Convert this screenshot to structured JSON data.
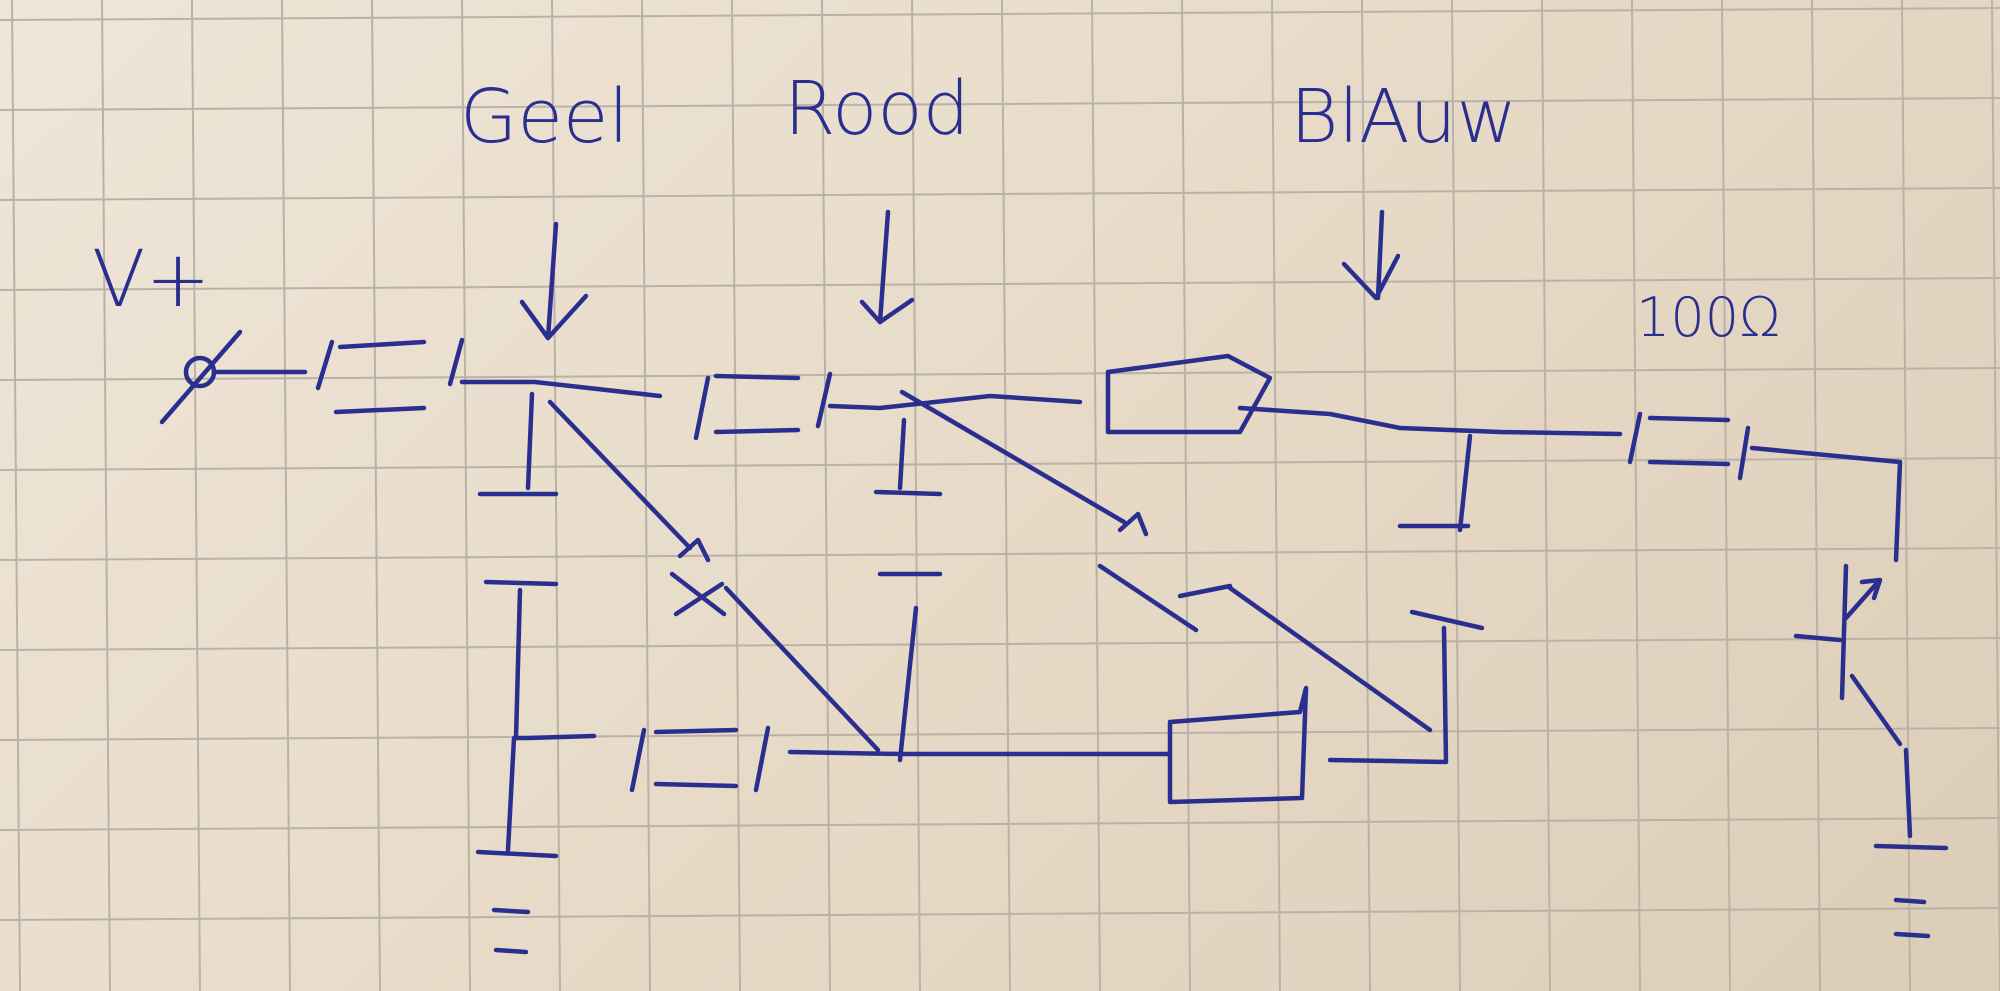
{
  "labels": {
    "supply": "V+",
    "yellow": "Geel",
    "red": "Rood",
    "blue": "BlAuw",
    "resistor_value": "100Ω"
  },
  "colors": {
    "ink": "#2a2f8f",
    "paper": "#e8dccb",
    "grid": "#b9b2a8"
  }
}
